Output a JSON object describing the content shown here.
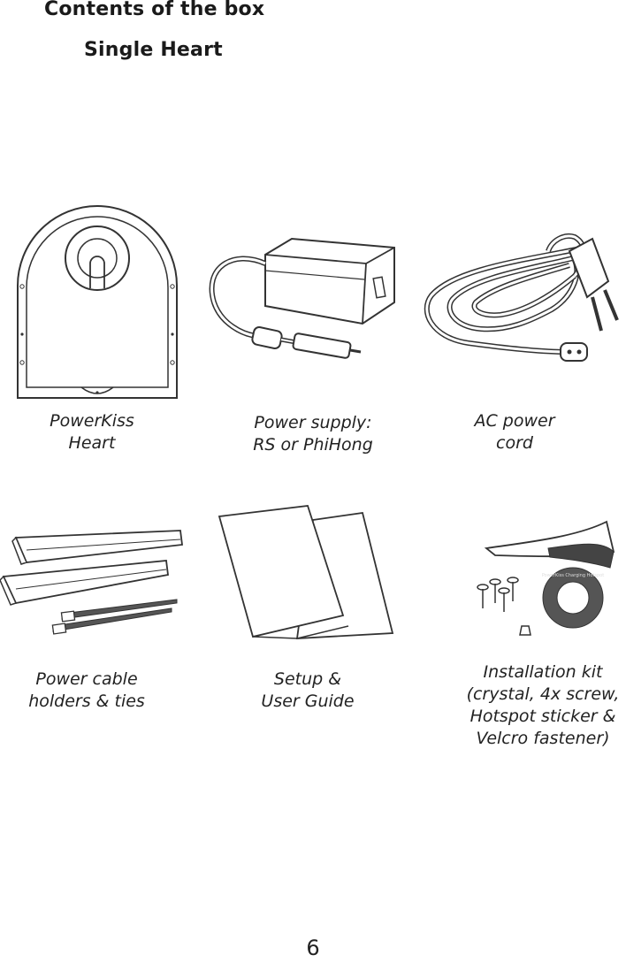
{
  "page": {
    "title": "Contents of the box",
    "subtitle": "Single Heart",
    "page_number": "6"
  },
  "items": [
    {
      "icon": "heart-charger-icon",
      "caption": [
        "PowerKiss",
        "Heart"
      ]
    },
    {
      "icon": "power-supply-icon",
      "caption": [
        "Power supply:",
        "RS or PhiHong"
      ]
    },
    {
      "icon": "ac-power-cord-icon",
      "caption": [
        "AC power",
        "cord"
      ]
    },
    {
      "icon": "cable-holders-ties-icon",
      "caption": [
        "Power cable",
        "holders & ties"
      ]
    },
    {
      "icon": "user-guide-icon",
      "caption": [
        "Setup &",
        "User Guide"
      ]
    },
    {
      "icon": "installation-kit-icon",
      "caption": [
        "Installation kit",
        "(crystal, 4x screw,",
        "Hotspot sticker &",
        "Velcro fastener)"
      ]
    }
  ],
  "sticker_text": "PowerKiss Charging Hotspot"
}
